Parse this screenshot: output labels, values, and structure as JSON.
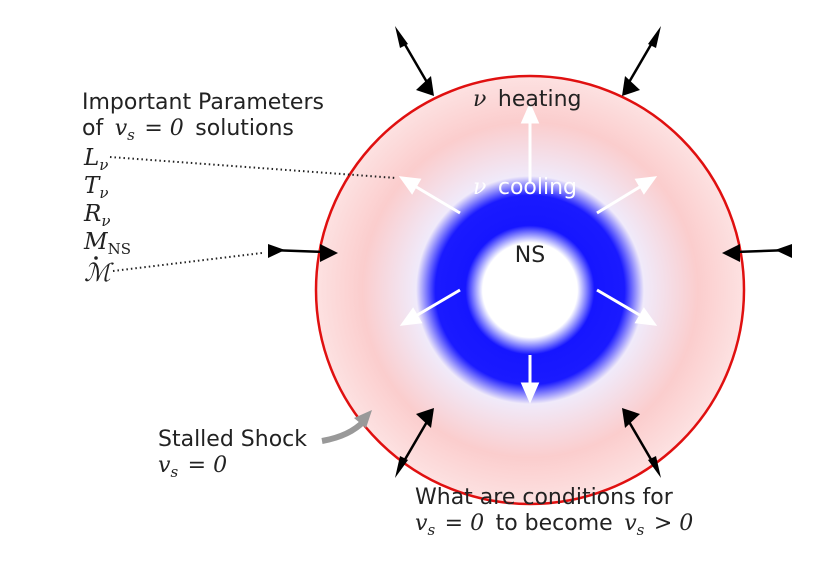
{
  "labels": {
    "heating": "heating",
    "cooling": "cooling",
    "core": "NS",
    "params_title_1": "Important Parameters",
    "params_title_2_prefix": "of",
    "params_title_2_suffix": "solutions",
    "stalled_shock": "Stalled Shock",
    "question_line1": "What are conditions for",
    "question_line2_mid": "to become"
  },
  "symbols": {
    "nu": "ν",
    "vs_zero": "= 0",
    "vs_pos": "> 0",
    "v": "v",
    "s": "s",
    "L": "L",
    "T": "T",
    "R": "R",
    "M": "M",
    "NS_sub": "NS",
    "Mdot": "ℳ"
  },
  "colors": {
    "shock": "#e01010",
    "cooling_core": "#1a1aff",
    "heating_region": "#fbd0d0",
    "inflow_arrow": "#000000",
    "flow_arrow": "#ffffff",
    "pointer": "#999999"
  }
}
